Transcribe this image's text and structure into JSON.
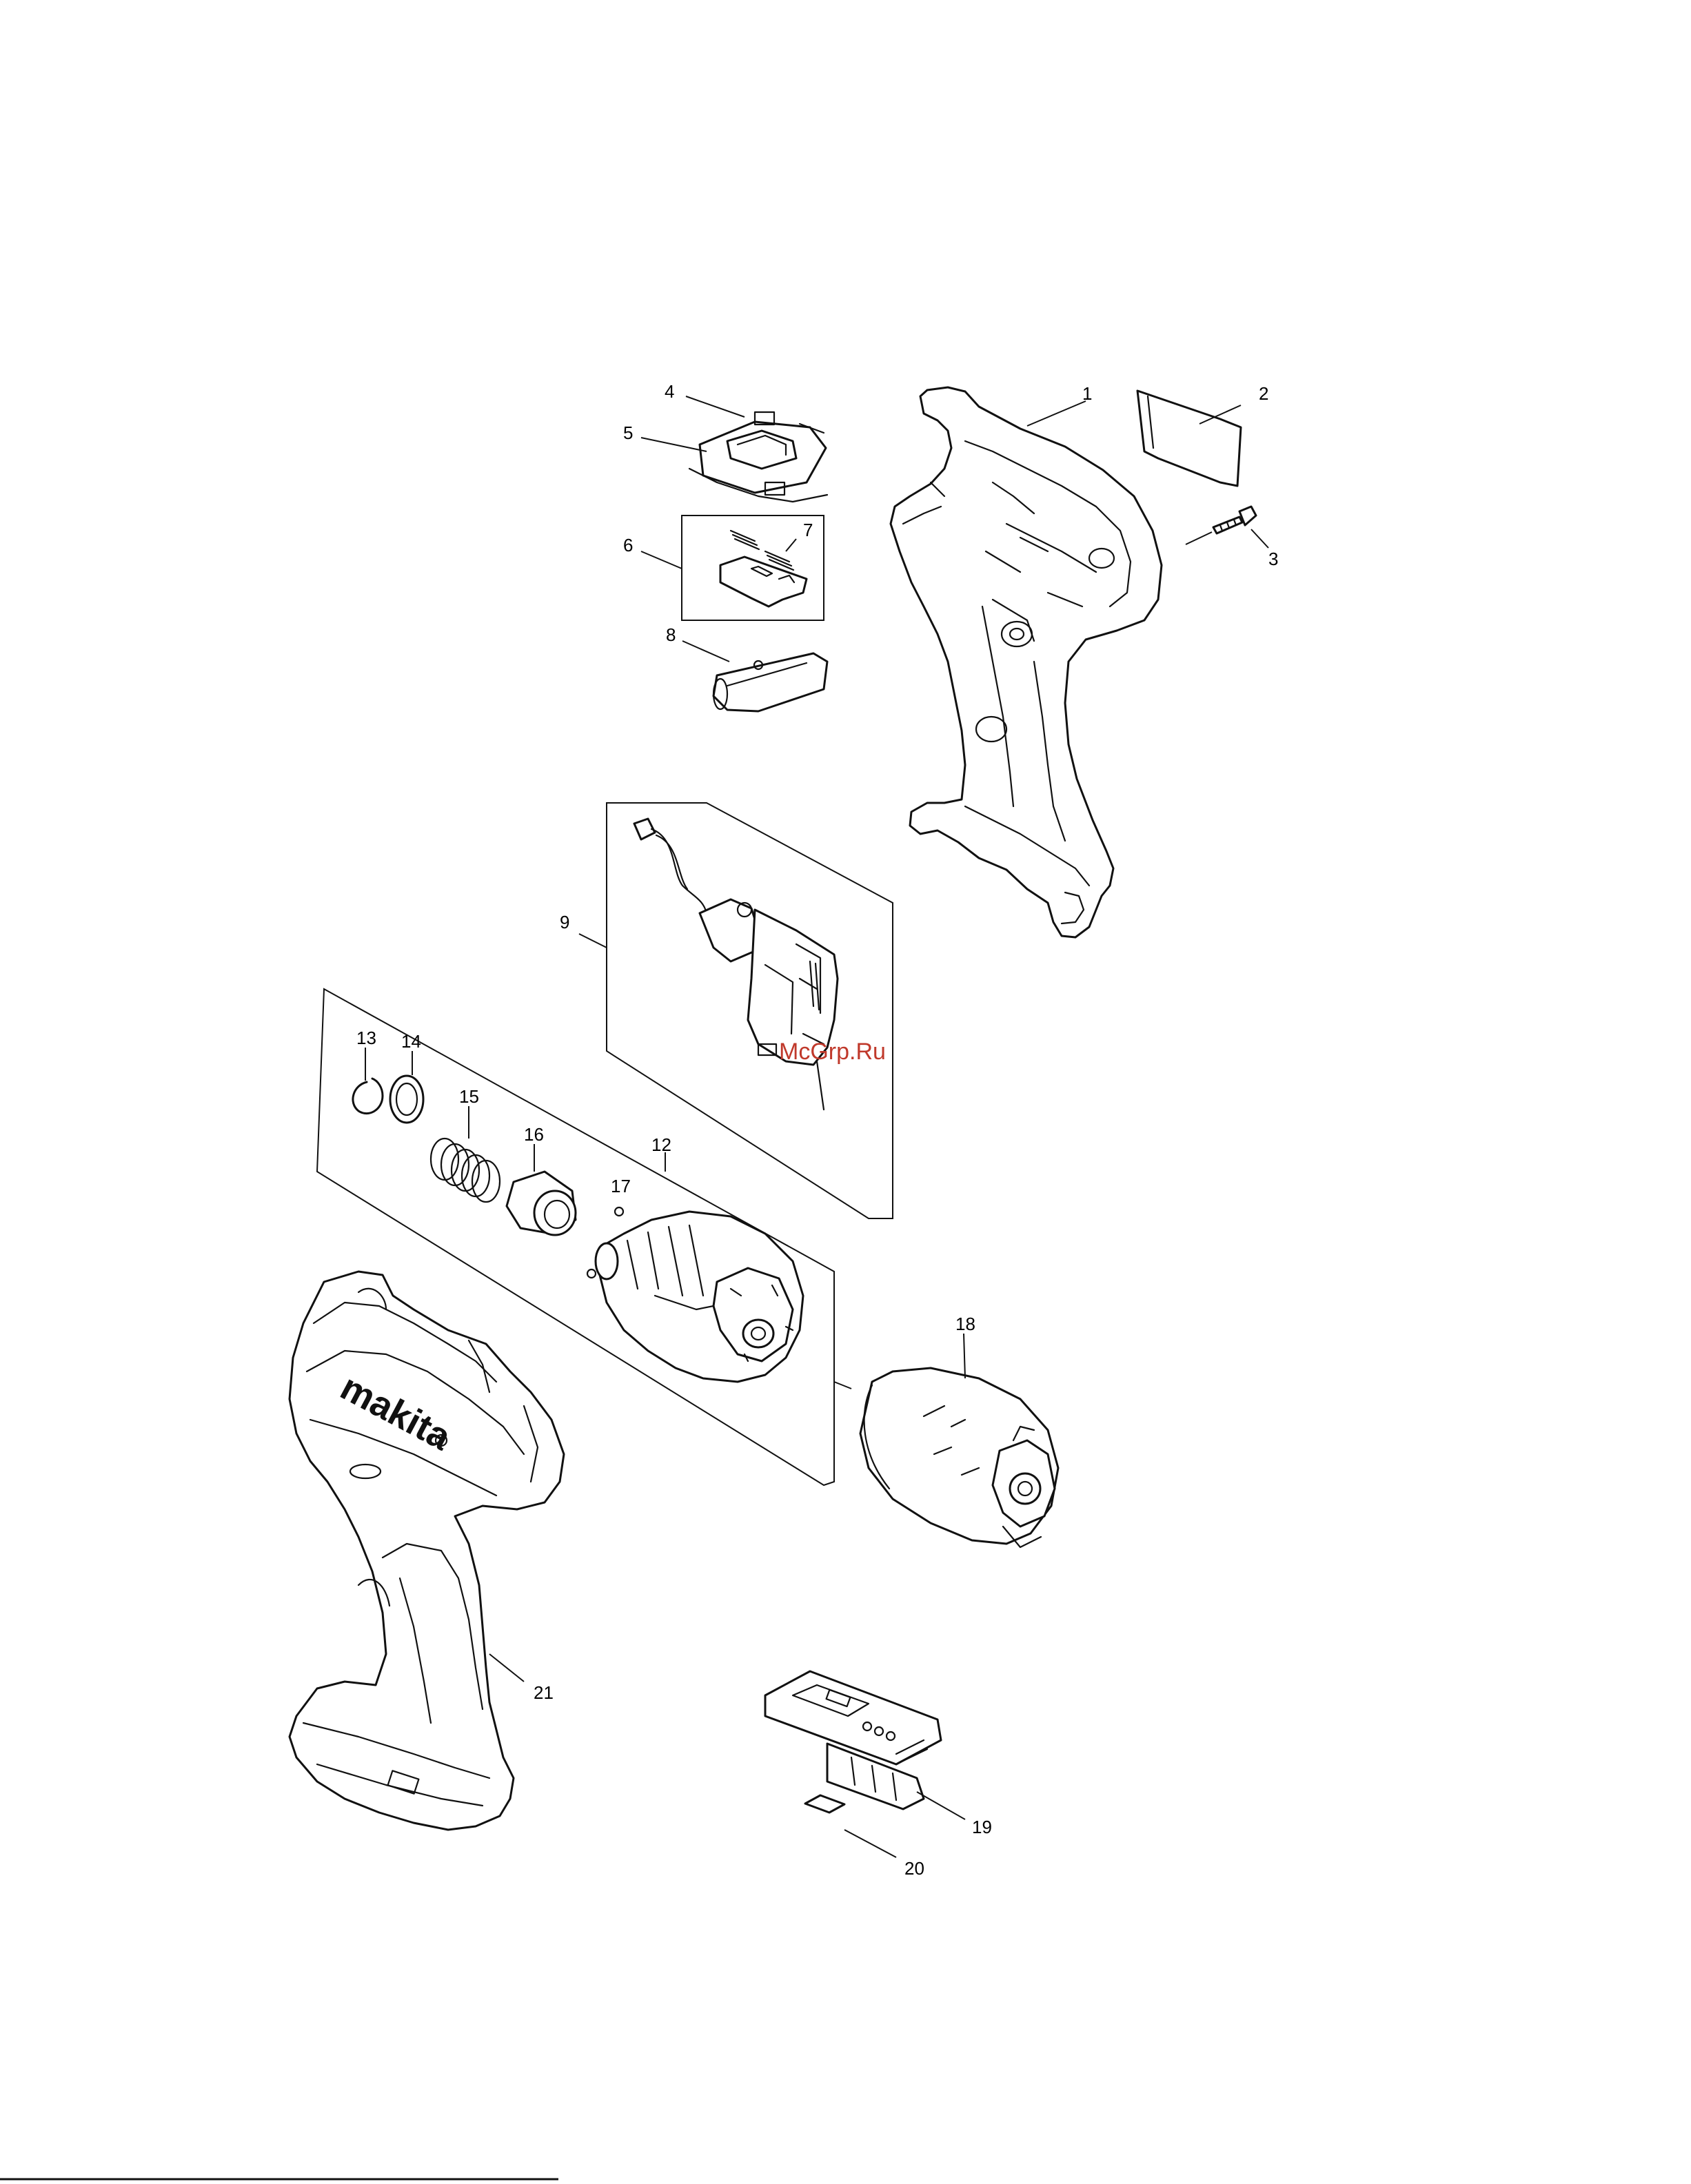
{
  "diagram": {
    "callouts": [
      "1",
      "2",
      "3",
      "4",
      "5",
      "6",
      "7",
      "8",
      "9",
      "12",
      "13",
      "14",
      "15",
      "16",
      "17",
      "18",
      "19",
      "20",
      "21"
    ],
    "watermark": "McGrp.Ru",
    "housing_brand": "makita"
  }
}
